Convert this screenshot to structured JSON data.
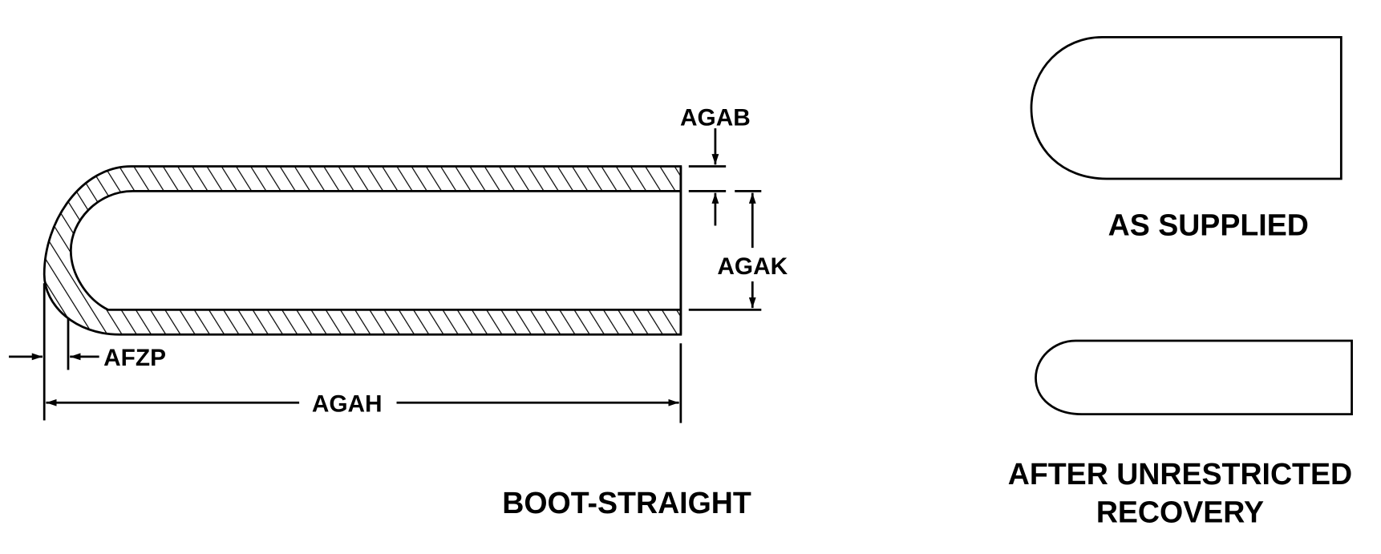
{
  "boot_view": {
    "title": "BOOT-STRAIGHT",
    "dimensions": {
      "wall_thickness": "AGAB",
      "inner_diameter": "AGAK",
      "end_thickness": "AFZP",
      "overall_length": "AGAH"
    }
  },
  "as_supplied_view": {
    "title": "AS SUPPLIED"
  },
  "recovery_view": {
    "title_line1": "AFTER UNRESTRICTED",
    "title_line2": "RECOVERY"
  },
  "colors": {
    "line": "#000000",
    "background": "#ffffff"
  }
}
